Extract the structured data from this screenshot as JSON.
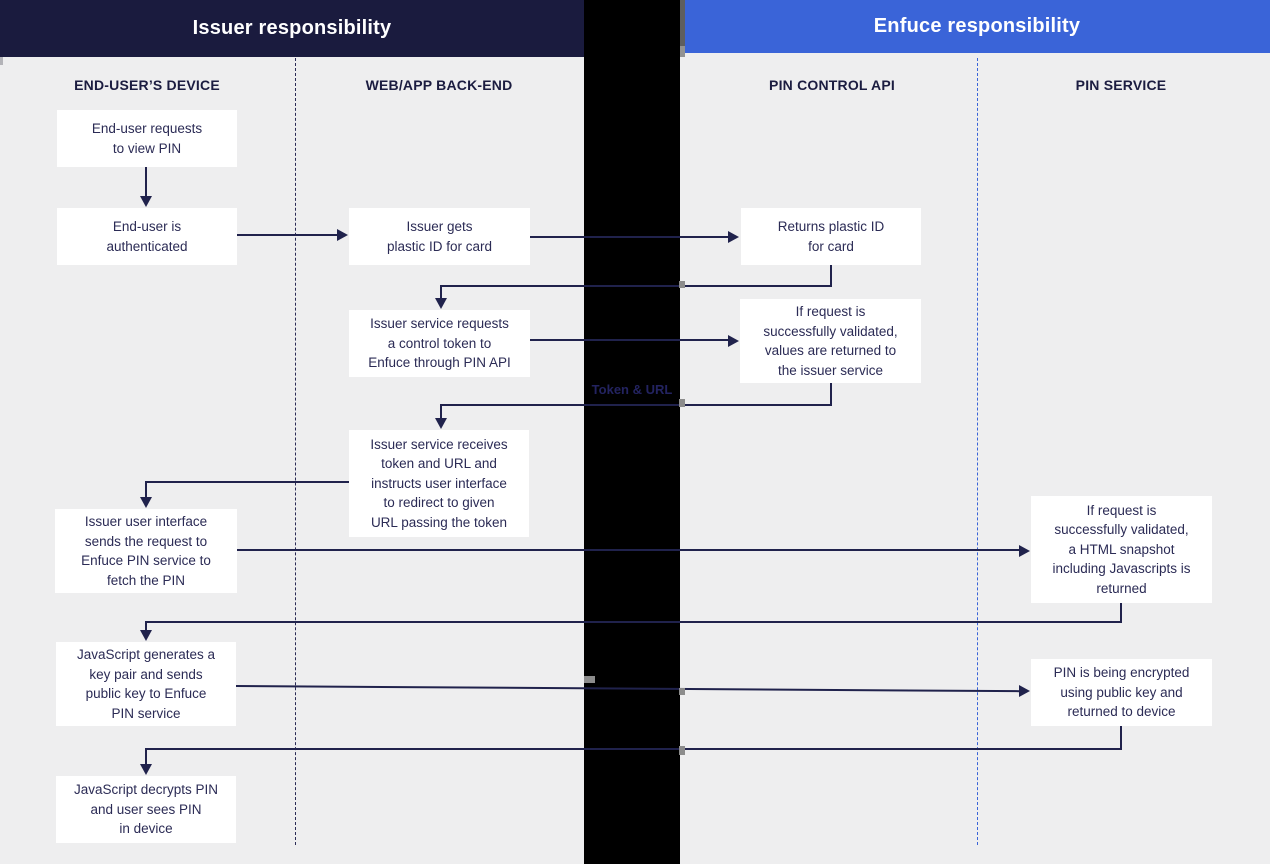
{
  "headers": {
    "issuer": "Issuer responsibility",
    "enfuce": "Enfuce responsibility"
  },
  "lanes": {
    "device": "END-USER’S DEVICE",
    "backend": "WEB/APP BACK-END",
    "pin_control_api": "PIN CONTROL API",
    "pin_service": "PIN SERVICE"
  },
  "nodes": {
    "end_user_requests": "End-user requests\nto view PIN",
    "end_user_authenticated": "End-user is\nauthenticated",
    "issuer_gets_plastic_id": "Issuer gets\nplastic ID for card",
    "returns_plastic_id": "Returns plastic ID\nfor card",
    "issuer_requests_token": "Issuer service requests\na control token to\nEnfuce through PIN API",
    "values_returned": "If request is\nsuccessfully validated,\nvalues are returned to\nthe issuer service",
    "issuer_receives_token": "Issuer service receives\ntoken and URL and\ninstructs user interface\nto redirect to given\nURL passing the token",
    "ui_sends_request": "Issuer user interface\nsends the request to\nEnfuce PIN service to\nfetch the PIN",
    "html_snapshot_returned": "If request is\nsuccessfully validated,\na HTML snapshot\nincluding Javascripts is\nreturned",
    "js_generates_keypair": "JavaScript generates a\nkey pair and sends\npublic key to Enfuce\nPIN service",
    "pin_encrypted": "PIN is being encrypted\nusing public key and\nreturned to device",
    "js_decrypts_pin": "JavaScript decrypts PIN\nand user sees PIN\nin device"
  },
  "edge_labels": {
    "token_url": "Token & URL"
  },
  "colors": {
    "issuer_header_bg": "#1a1b3e",
    "enfuce_header_bg": "#3a64d8",
    "connector": "#20224c",
    "node_bg": "#ffffff",
    "node_text": "#2b2b55",
    "lane_label_text": "#1b1c40",
    "issuer_divider": "#2b2b55",
    "enfuce_divider": "#3a64d8",
    "redaction": "#000000",
    "canvas_bg": "#eeeeef"
  }
}
